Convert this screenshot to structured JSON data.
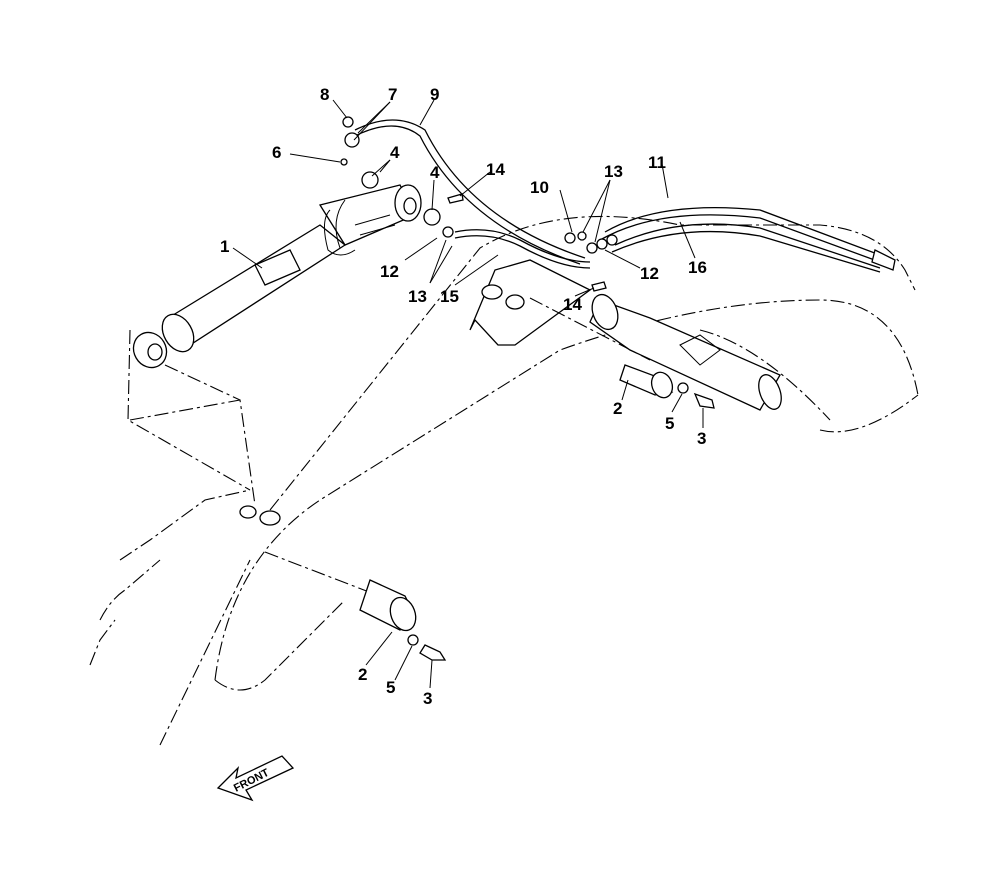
{
  "diagram": {
    "callouts": [
      {
        "id": "c8",
        "label": "8"
      },
      {
        "id": "c7",
        "label": "7"
      },
      {
        "id": "c9",
        "label": "9"
      },
      {
        "id": "c6",
        "label": "6"
      },
      {
        "id": "c4a",
        "label": "4"
      },
      {
        "id": "c4b",
        "label": "4"
      },
      {
        "id": "c14a",
        "label": "14"
      },
      {
        "id": "c1",
        "label": "1"
      },
      {
        "id": "c10",
        "label": "10"
      },
      {
        "id": "c13a",
        "label": "13"
      },
      {
        "id": "c11",
        "label": "11"
      },
      {
        "id": "c12a",
        "label": "12"
      },
      {
        "id": "c13b",
        "label": "13"
      },
      {
        "id": "c15",
        "label": "15"
      },
      {
        "id": "c12b",
        "label": "12"
      },
      {
        "id": "c16",
        "label": "16"
      },
      {
        "id": "c14b",
        "label": "14"
      },
      {
        "id": "c2a",
        "label": "2"
      },
      {
        "id": "c5a",
        "label": "5"
      },
      {
        "id": "c3a",
        "label": "3"
      },
      {
        "id": "c2b",
        "label": "2"
      },
      {
        "id": "c5b",
        "label": "5"
      },
      {
        "id": "c3b",
        "label": "3"
      }
    ],
    "front_arrow_label": "FRONT"
  }
}
